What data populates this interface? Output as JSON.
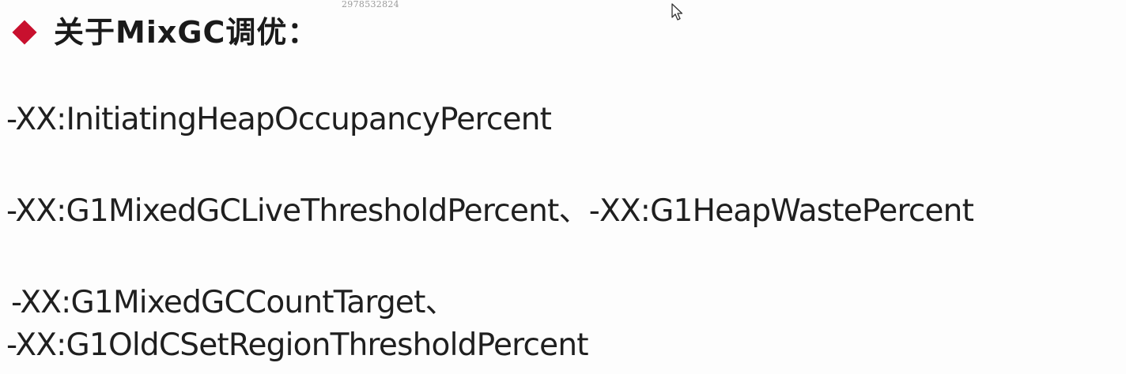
{
  "watermark": "2978532824",
  "heading": {
    "text": "关于MixGC调优："
  },
  "params": [
    "-XX:InitiatingHeapOccupancyPercent",
    "-XX:G1MixedGCLiveThresholdPercent、-XX:G1HeapWastePercent",
    "-XX:G1MixedGCCountTarget、",
    "-XX:G1OldCSetRegionThresholdPercent"
  ],
  "icons": {
    "bullet": "diamond-bullet-icon",
    "cursor": "mouse-pointer-icon"
  },
  "colors": {
    "bullet": "#c8102e",
    "text": "#1a1a1a",
    "watermark": "#9a9a9a"
  }
}
